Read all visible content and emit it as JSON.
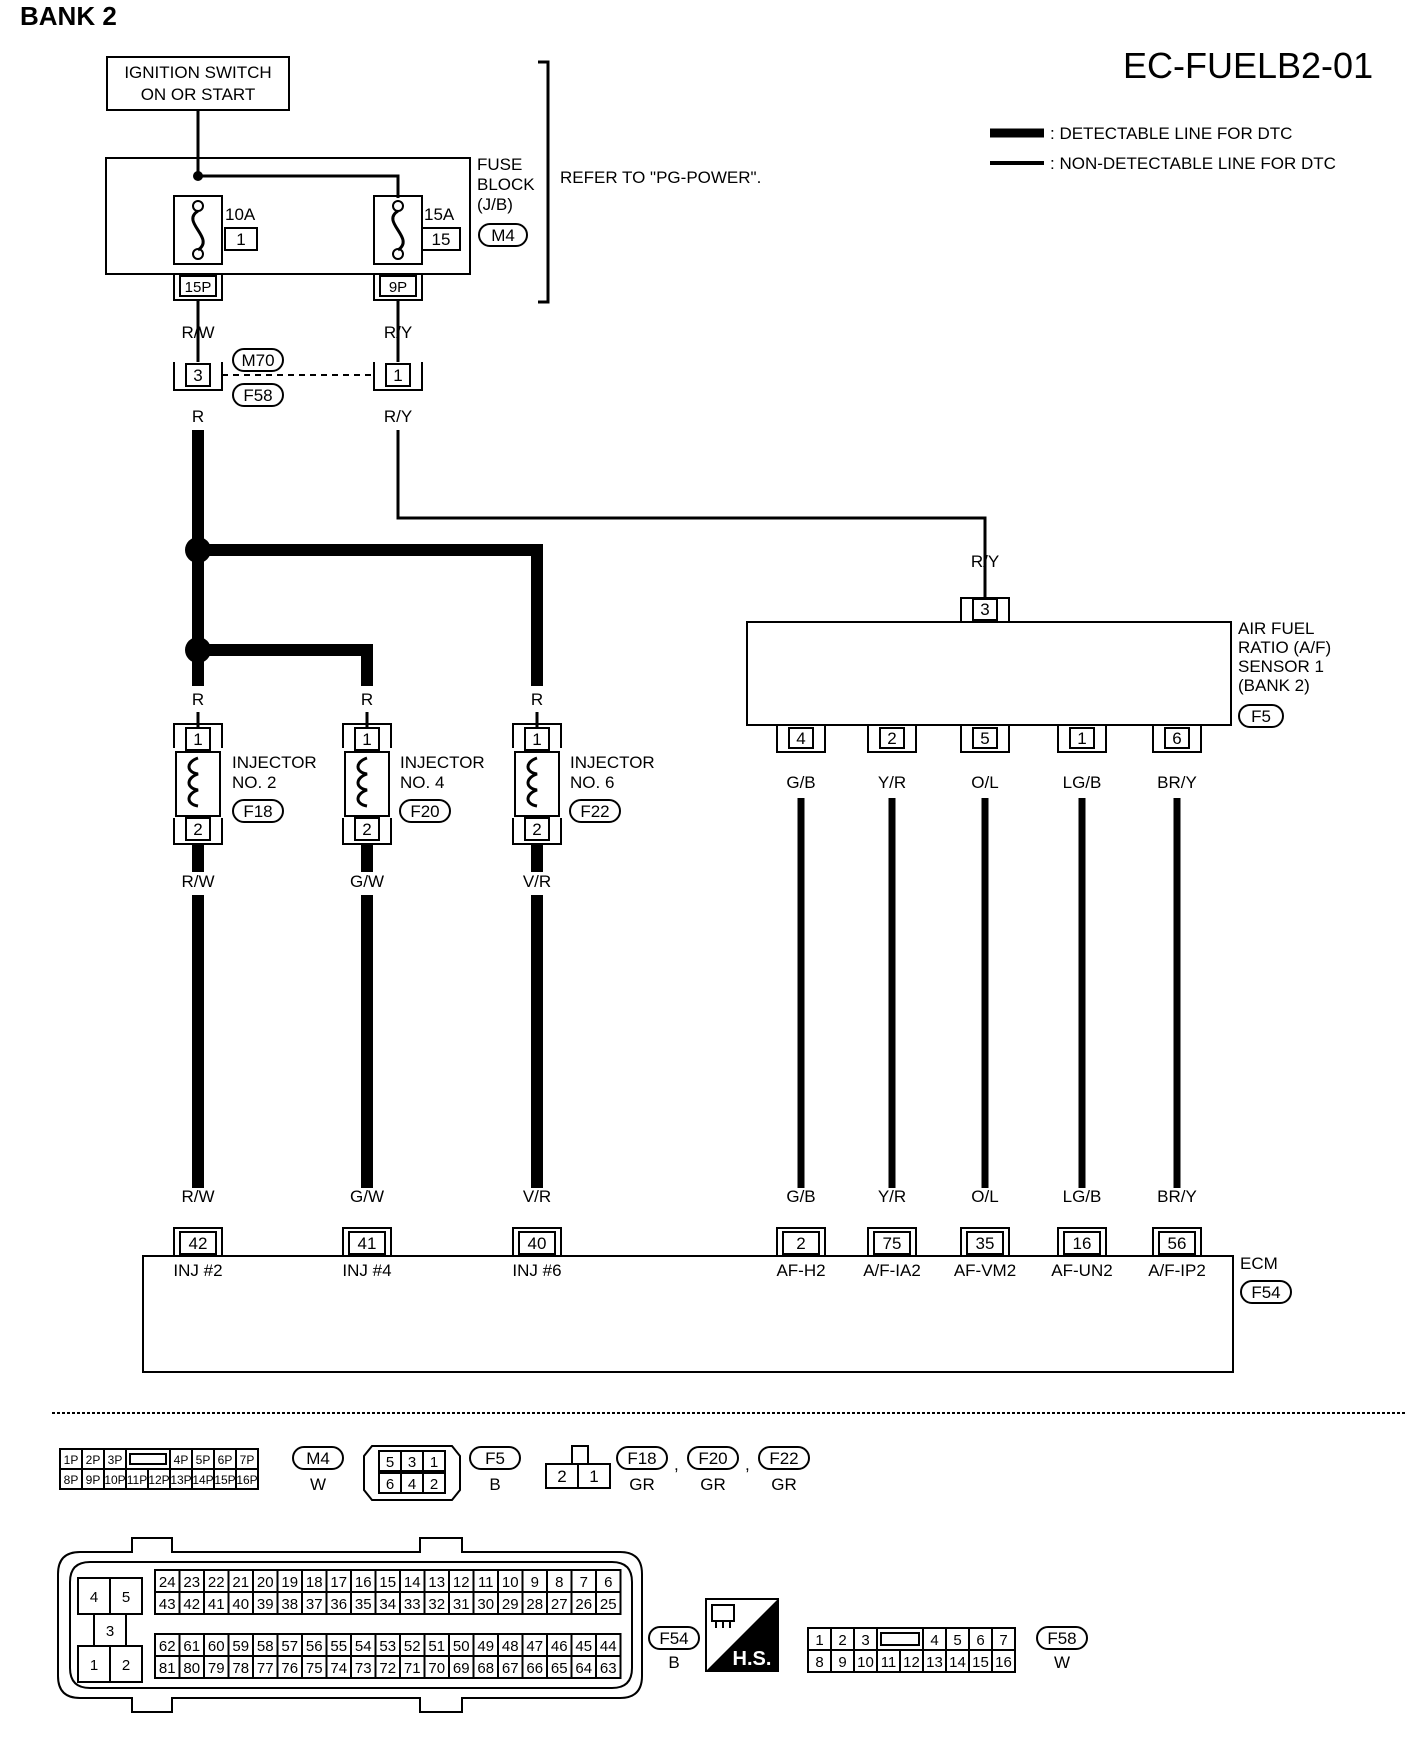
{
  "bank_title": "BANK 2",
  "diagram_id": "EC-FUELB2-01",
  "legend": {
    "detectable": ": DETECTABLE LINE FOR DTC",
    "non_detectable": ": NON-DETECTABLE LINE FOR DTC"
  },
  "ignition": {
    "line1": "IGNITION SWITCH",
    "line2": "ON OR START"
  },
  "fuse_block": {
    "label1": "FUSE",
    "label2": "BLOCK",
    "label3": "(J/B)",
    "connector": "M4",
    "refer": "REFER TO \"PG-POWER\".",
    "fuse_a": {
      "rating": "10A",
      "number": "1",
      "pin": "15P",
      "wire": "R/W"
    },
    "fuse_b": {
      "rating": "15A",
      "number": "15",
      "pin": "9P",
      "wire": "R/Y"
    }
  },
  "joint": {
    "connector_top": "M70",
    "connector_bottom": "F58",
    "pin_a": "3",
    "pin_b": "1",
    "wire_a": "R",
    "wire_b": "R/Y"
  },
  "sensor": {
    "name1": "AIR FUEL",
    "name2": "RATIO (A/F)",
    "name3": "SENSOR 1",
    "name4": "(BANK 2)",
    "connector": "F5",
    "supply_pin": "3",
    "supply_wire": "R/Y",
    "pins": [
      "4",
      "2",
      "5",
      "1",
      "6"
    ],
    "wires": [
      "G/B",
      "Y/R",
      "O/L",
      "LG/B",
      "BR/Y"
    ]
  },
  "injectors": [
    {
      "name1": "INJECTOR",
      "name2": "NO. 2",
      "connector": "F18",
      "pin1": "1",
      "pin2": "2",
      "wire_in": "R",
      "wire_out": "R/W"
    },
    {
      "name1": "INJECTOR",
      "name2": "NO. 4",
      "connector": "F20",
      "pin1": "1",
      "pin2": "2",
      "wire_in": "R",
      "wire_out": "G/W"
    },
    {
      "name1": "INJECTOR",
      "name2": "NO. 6",
      "connector": "F22",
      "pin1": "1",
      "pin2": "2",
      "wire_in": "R",
      "wire_out": "V/R"
    }
  ],
  "ecm": {
    "name": "ECM",
    "connector": "F54",
    "terminals": [
      {
        "pin": "42",
        "name": "INJ #2",
        "wire": "R/W"
      },
      {
        "pin": "41",
        "name": "INJ #4",
        "wire": "G/W"
      },
      {
        "pin": "40",
        "name": "INJ #6",
        "wire": "V/R"
      },
      {
        "pin": "2",
        "name": "AF-H2",
        "wire": "G/B"
      },
      {
        "pin": "75",
        "name": "A/F-IA2",
        "wire": "Y/R"
      },
      {
        "pin": "35",
        "name": "AF-VM2",
        "wire": "O/L"
      },
      {
        "pin": "16",
        "name": "AF-UN2",
        "wire": "LG/B"
      },
      {
        "pin": "56",
        "name": "A/F-IP2",
        "wire": "BR/Y"
      }
    ]
  },
  "connector_views": {
    "m4": {
      "id": "M4",
      "color": "W",
      "top": [
        "1P",
        "2P",
        "3P",
        "",
        "4P",
        "5P",
        "6P",
        "7P"
      ],
      "bottom": [
        "8P",
        "9P",
        "10P",
        "11P",
        "12P",
        "13P",
        "14P",
        "15P",
        "16P"
      ]
    },
    "f5": {
      "id": "F5",
      "color": "B",
      "top": [
        "5",
        "3",
        "1"
      ],
      "bottom": [
        "6",
        "4",
        "2"
      ]
    },
    "inj": {
      "ids": [
        "F18",
        "F20",
        "F22"
      ],
      "sep": ",",
      "color": "GR",
      "pins": [
        "2",
        "1"
      ]
    },
    "f54": {
      "id": "F54",
      "color": "B",
      "left_pins": [
        "4",
        "5",
        "3",
        "1",
        "2"
      ],
      "row1": [
        "24",
        "23",
        "22",
        "21",
        "20",
        "19",
        "18",
        "17",
        "16",
        "15",
        "14",
        "13",
        "12",
        "11",
        "10",
        "9",
        "8",
        "7",
        "6"
      ],
      "row2": [
        "43",
        "42",
        "41",
        "40",
        "39",
        "38",
        "37",
        "36",
        "35",
        "34",
        "33",
        "32",
        "31",
        "30",
        "29",
        "28",
        "27",
        "26",
        "25"
      ],
      "row3": [
        "62",
        "61",
        "60",
        "59",
        "58",
        "57",
        "56",
        "55",
        "54",
        "53",
        "52",
        "51",
        "50",
        "49",
        "48",
        "47",
        "46",
        "45",
        "44"
      ],
      "row4": [
        "81",
        "80",
        "79",
        "78",
        "77",
        "76",
        "75",
        "74",
        "73",
        "72",
        "71",
        "70",
        "69",
        "68",
        "67",
        "66",
        "65",
        "64",
        "63"
      ]
    },
    "hs": "H.S.",
    "f58": {
      "id": "F58",
      "color": "W",
      "top": [
        "1",
        "2",
        "3",
        "",
        "4",
        "5",
        "6",
        "7"
      ],
      "bottom": [
        "8",
        "9",
        "10",
        "11",
        "12",
        "13",
        "14",
        "15",
        "16"
      ]
    }
  }
}
